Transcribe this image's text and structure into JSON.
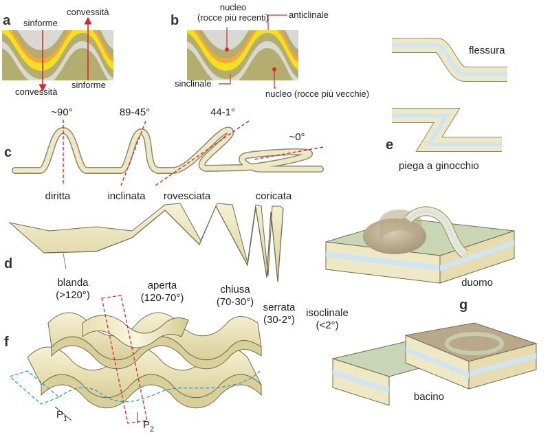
{
  "panels": {
    "a": {
      "letter": "a",
      "labels": {
        "synform_top": "sinforme",
        "convexity_top": "convessità",
        "convexity_bottom": "convessità",
        "synform_bottom": "sinforme"
      }
    },
    "b": {
      "letter": "b",
      "labels": {
        "core_young_1": "nucleo",
        "core_young_2": "(rocce più recenti)",
        "anticline": "anticlinale",
        "syncline": "sinclinale",
        "core_old": "nucleo (rocce più vecchie)"
      }
    },
    "c": {
      "letter": "c",
      "angles": [
        "~90°",
        "89-45°",
        "44-1°",
        "~0°"
      ],
      "types": [
        "diritta",
        "inclinata",
        "rovesciata",
        "coricata"
      ]
    },
    "d": {
      "letter": "d",
      "types": [
        {
          "name": "blanda",
          "range": "(>120°)"
        },
        {
          "name": "aperta",
          "range": "(120-70°)"
        },
        {
          "name": "chiusa",
          "range": "(70-30°)"
        },
        {
          "name": "serrata",
          "range": "(30-2°)"
        },
        {
          "name": "isoclinale",
          "range": "(<2°)"
        }
      ]
    },
    "e": {
      "letter": "e",
      "flexure": "flessura",
      "kink": "piega a ginocchio"
    },
    "f": {
      "letter": "f",
      "p1": "P",
      "p1_sub": "1",
      "p2": "P",
      "p2_sub": "2"
    },
    "g": {
      "letter": "g",
      "dome": "duomo",
      "basin": "bacino"
    }
  },
  "colors": {
    "layer_olive": "#b3ad6f",
    "layer_yellow": "#f5e020",
    "layer_orange": "#f2a83a",
    "layer_gray": "#d9d9d1",
    "bed_fill": "#efe8c4",
    "bed_stroke": "#8a8670",
    "blue_layer": "#cfe6f2",
    "annotation_red": "#d62b2b",
    "plane_blue": "#2a9ed6",
    "block_top": "#c9d6b6",
    "dome_brown": "#b9a88a"
  }
}
